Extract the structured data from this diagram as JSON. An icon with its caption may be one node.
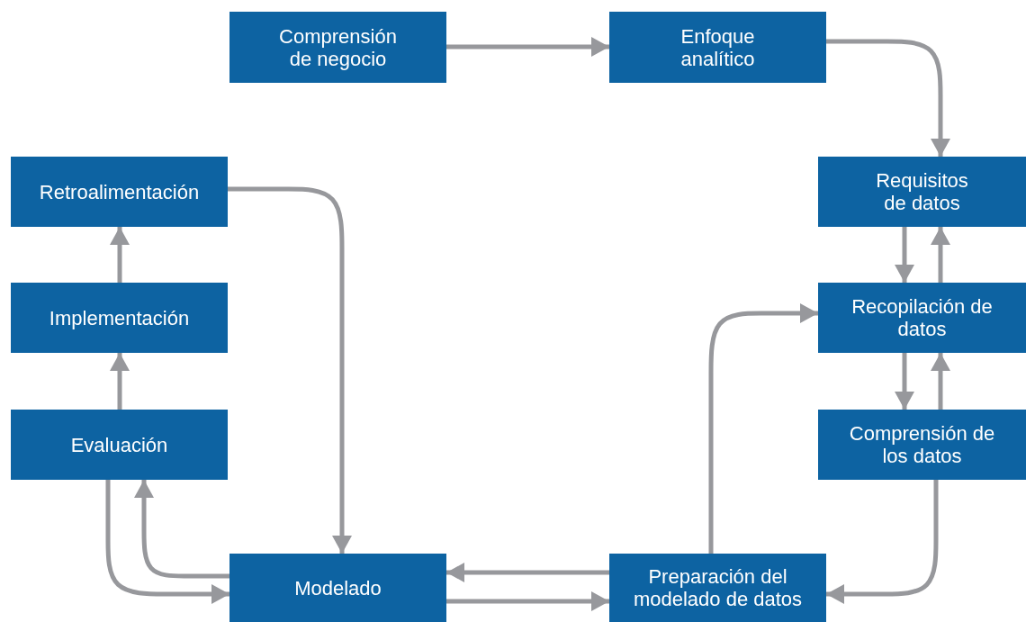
{
  "diagram": {
    "nodes": [
      {
        "text": [
          "Comprensión de negocio"
        ]
      },
      {
        "text": [
          "Enfoque analítico"
        ]
      },
      {
        "text": [
          "Requisitos de datos"
        ]
      },
      {
        "text": [
          "Recopilación de datos"
        ]
      },
      {
        "text": [
          "Comprensión de los datos"
        ]
      },
      {
        "text": [
          "Preparación del modelado de datos"
        ]
      },
      {
        "text": [
          "Modelado"
        ]
      },
      {
        "text": [
          "Evaluación"
        ]
      },
      {
        "text": [
          "Implementación"
        ]
      },
      {
        "text": [
          "Retroalimentación"
        ]
      }
    ],
    "edges": [
      {
        "from": 0,
        "to": 1,
        "arrow": "to"
      },
      {
        "from": 1,
        "to": 2,
        "arrow": "to"
      },
      {
        "from": 2,
        "to": 3,
        "arrow": "to"
      },
      {
        "from": 3,
        "to": 2,
        "arrow": "to"
      },
      {
        "from": 3,
        "to": 4,
        "arrow": "to"
      },
      {
        "from": 4,
        "to": 3,
        "arrow": "to"
      },
      {
        "from": 4,
        "to": 5,
        "arrow": "to"
      },
      {
        "from": 5,
        "to": 3,
        "arrow": "to"
      },
      {
        "from": 5,
        "to": 6,
        "arrow": "to"
      },
      {
        "from": 6,
        "to": 5,
        "arrow": "to"
      },
      {
        "from": 6,
        "to": 7,
        "arrow": "to"
      },
      {
        "from": 7,
        "to": 6,
        "arrow": "to"
      },
      {
        "from": 7,
        "to": 8,
        "arrow": "to"
      },
      {
        "from": 8,
        "to": 9,
        "arrow": "to"
      },
      {
        "from": 9,
        "to": 6,
        "arrow": "to"
      }
    ]
  }
}
